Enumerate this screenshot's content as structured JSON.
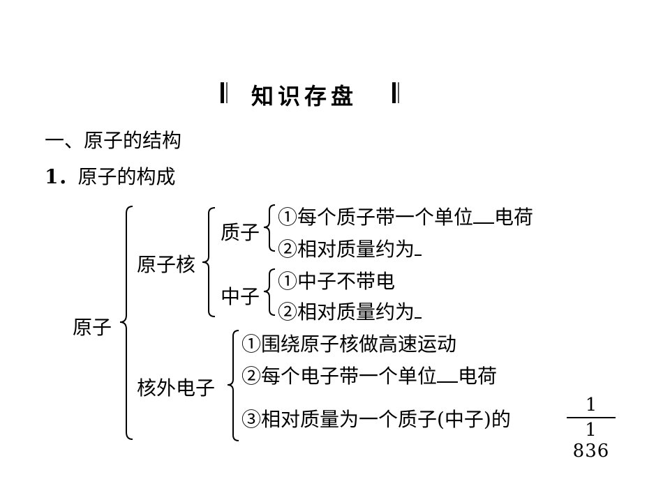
{
  "header": {
    "title": "知识存盘"
  },
  "section": {
    "heading": "一、原子的结构",
    "subheading_num": "1．",
    "subheading_text": "原子的构成"
  },
  "tree": {
    "root": "原子",
    "nucleus": "原子核",
    "proton": "质子",
    "proton_item1_a": "①每个质子带一个单位",
    "proton_item1_b": "电荷",
    "proton_item2": "②相对质量约为",
    "neutron": "中子",
    "neutron_item1": "①中子不带电",
    "neutron_item2": "②相对质量约为",
    "electron": "核外电子",
    "electron_item1": "①围绕原子核做高速运动",
    "electron_item2_a": "②每个电子带一个单位",
    "electron_item2_b": "电荷",
    "electron_item3": "③相对质量为一个质子(中子)的",
    "fraction": {
      "numerator": "1",
      "denominator": "1 836"
    }
  }
}
